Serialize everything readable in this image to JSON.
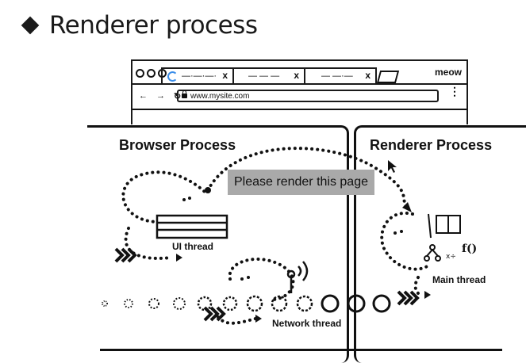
{
  "slide": {
    "title": "Renderer process"
  },
  "browser_window": {
    "window_label": "meow",
    "tabs": [
      {
        "text": "—·—·—·",
        "close": "x",
        "loading": true
      },
      {
        "text": "— — —",
        "close": "x",
        "loading": false
      },
      {
        "text": "— —·—",
        "close": "x",
        "loading": false
      }
    ],
    "nav": [
      "←",
      "→",
      "↻"
    ],
    "url": "www.mysite.com",
    "menu": "⋮"
  },
  "diagram": {
    "browser_process_title": "Browser Process",
    "renderer_process_title": "Renderer Process",
    "callout": "Please render this page",
    "ui_thread_label": "UI thread",
    "network_thread_label": "Network thread",
    "main_thread_label": "Main thread"
  }
}
